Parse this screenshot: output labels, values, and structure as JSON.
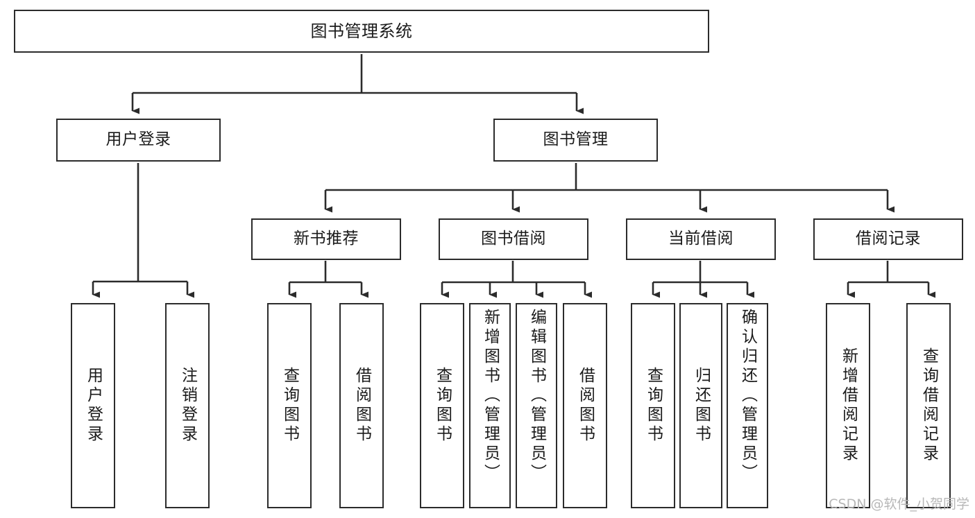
{
  "diagram": {
    "title": "图书管理系统",
    "type": "tree-hierarchy-chart",
    "orientation": "top-down",
    "colors": {
      "node_border": "#2b2b2b",
      "node_fill": "#ffffff",
      "edge": "#2b2b2b",
      "text": "#1a1a1a",
      "watermark": "#b7b7b7",
      "background": "#ffffff"
    }
  },
  "watermark": {
    "text": "CSDN @软件_小贺同学"
  },
  "nodes": {
    "root": {
      "label": "图书管理系统"
    },
    "level2": [
      {
        "label": "用户登录"
      },
      {
        "label": "图书管理"
      }
    ],
    "level3": [
      {
        "label": "新书推荐"
      },
      {
        "label": "图书借阅"
      },
      {
        "label": "当前借阅"
      },
      {
        "label": "借阅记录"
      }
    ],
    "leaves": {
      "user_login": [
        {
          "label": "用户登录"
        },
        {
          "label": "注销登录"
        }
      ],
      "new_book_recommend": [
        {
          "label": "查询图书"
        },
        {
          "label": "借阅图书"
        }
      ],
      "book_borrow": [
        {
          "label": "查询图书"
        },
        {
          "label": "新增图书（管理员）"
        },
        {
          "label": "编辑图书（管理员）"
        },
        {
          "label": "借阅图书"
        }
      ],
      "current_borrow": [
        {
          "label": "查询图书"
        },
        {
          "label": "归还图书"
        },
        {
          "label": "确认归还（管理员）"
        }
      ],
      "borrow_record": [
        {
          "label": "新增借阅记录"
        },
        {
          "label": "查询借阅记录"
        }
      ]
    }
  }
}
